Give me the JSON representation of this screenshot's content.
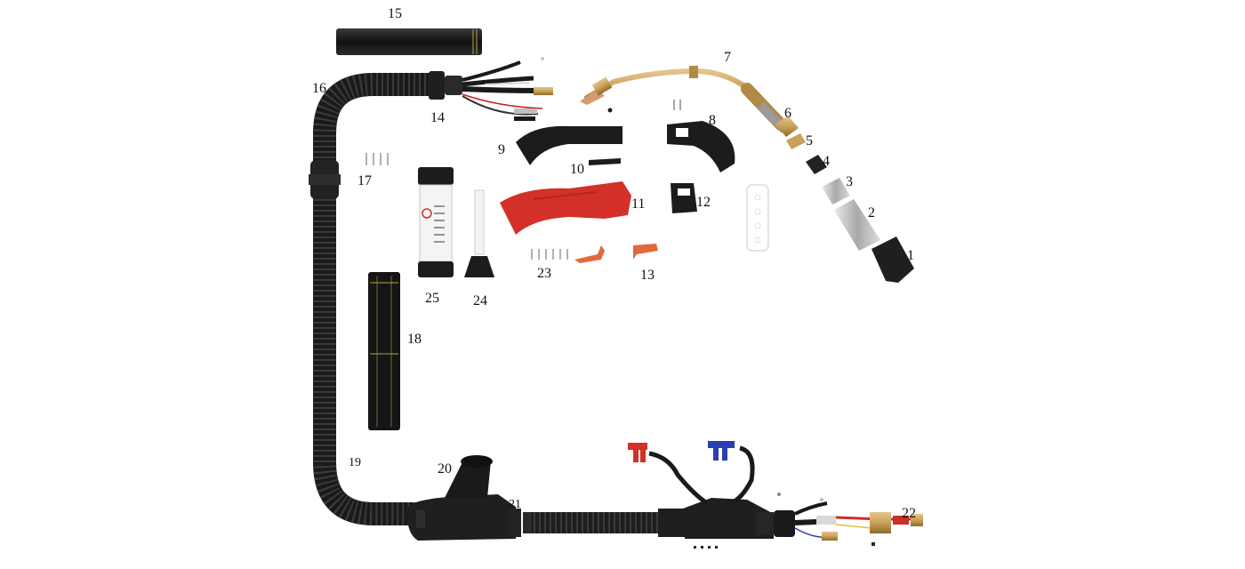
{
  "colors": {
    "black": "#1c1c1c",
    "dark": "#2a2a2a",
    "red": "#d3302a",
    "orange": "#e06a3a",
    "brass": "#c9a15a",
    "copper": "#c8825a",
    "silver": "#bdbdbd",
    "blue": "#2a3fb0",
    "yellow": "#d8c531"
  },
  "labels": {
    "p1": "1",
    "p2": "2",
    "p3": "3",
    "p4": "4",
    "p5": "5",
    "p6": "6",
    "p7": "7",
    "p8": "8",
    "p9": "9",
    "p10": "10",
    "p11": "11",
    "p12": "12",
    "p13": "13",
    "p14": "14",
    "p15": "15",
    "p16": "16",
    "p17": "17",
    "p18": "18",
    "p19": "19",
    "p20": "20",
    "p21": "21",
    "p22": "22",
    "p23": "23",
    "p24": "24",
    "p25": "25"
  }
}
